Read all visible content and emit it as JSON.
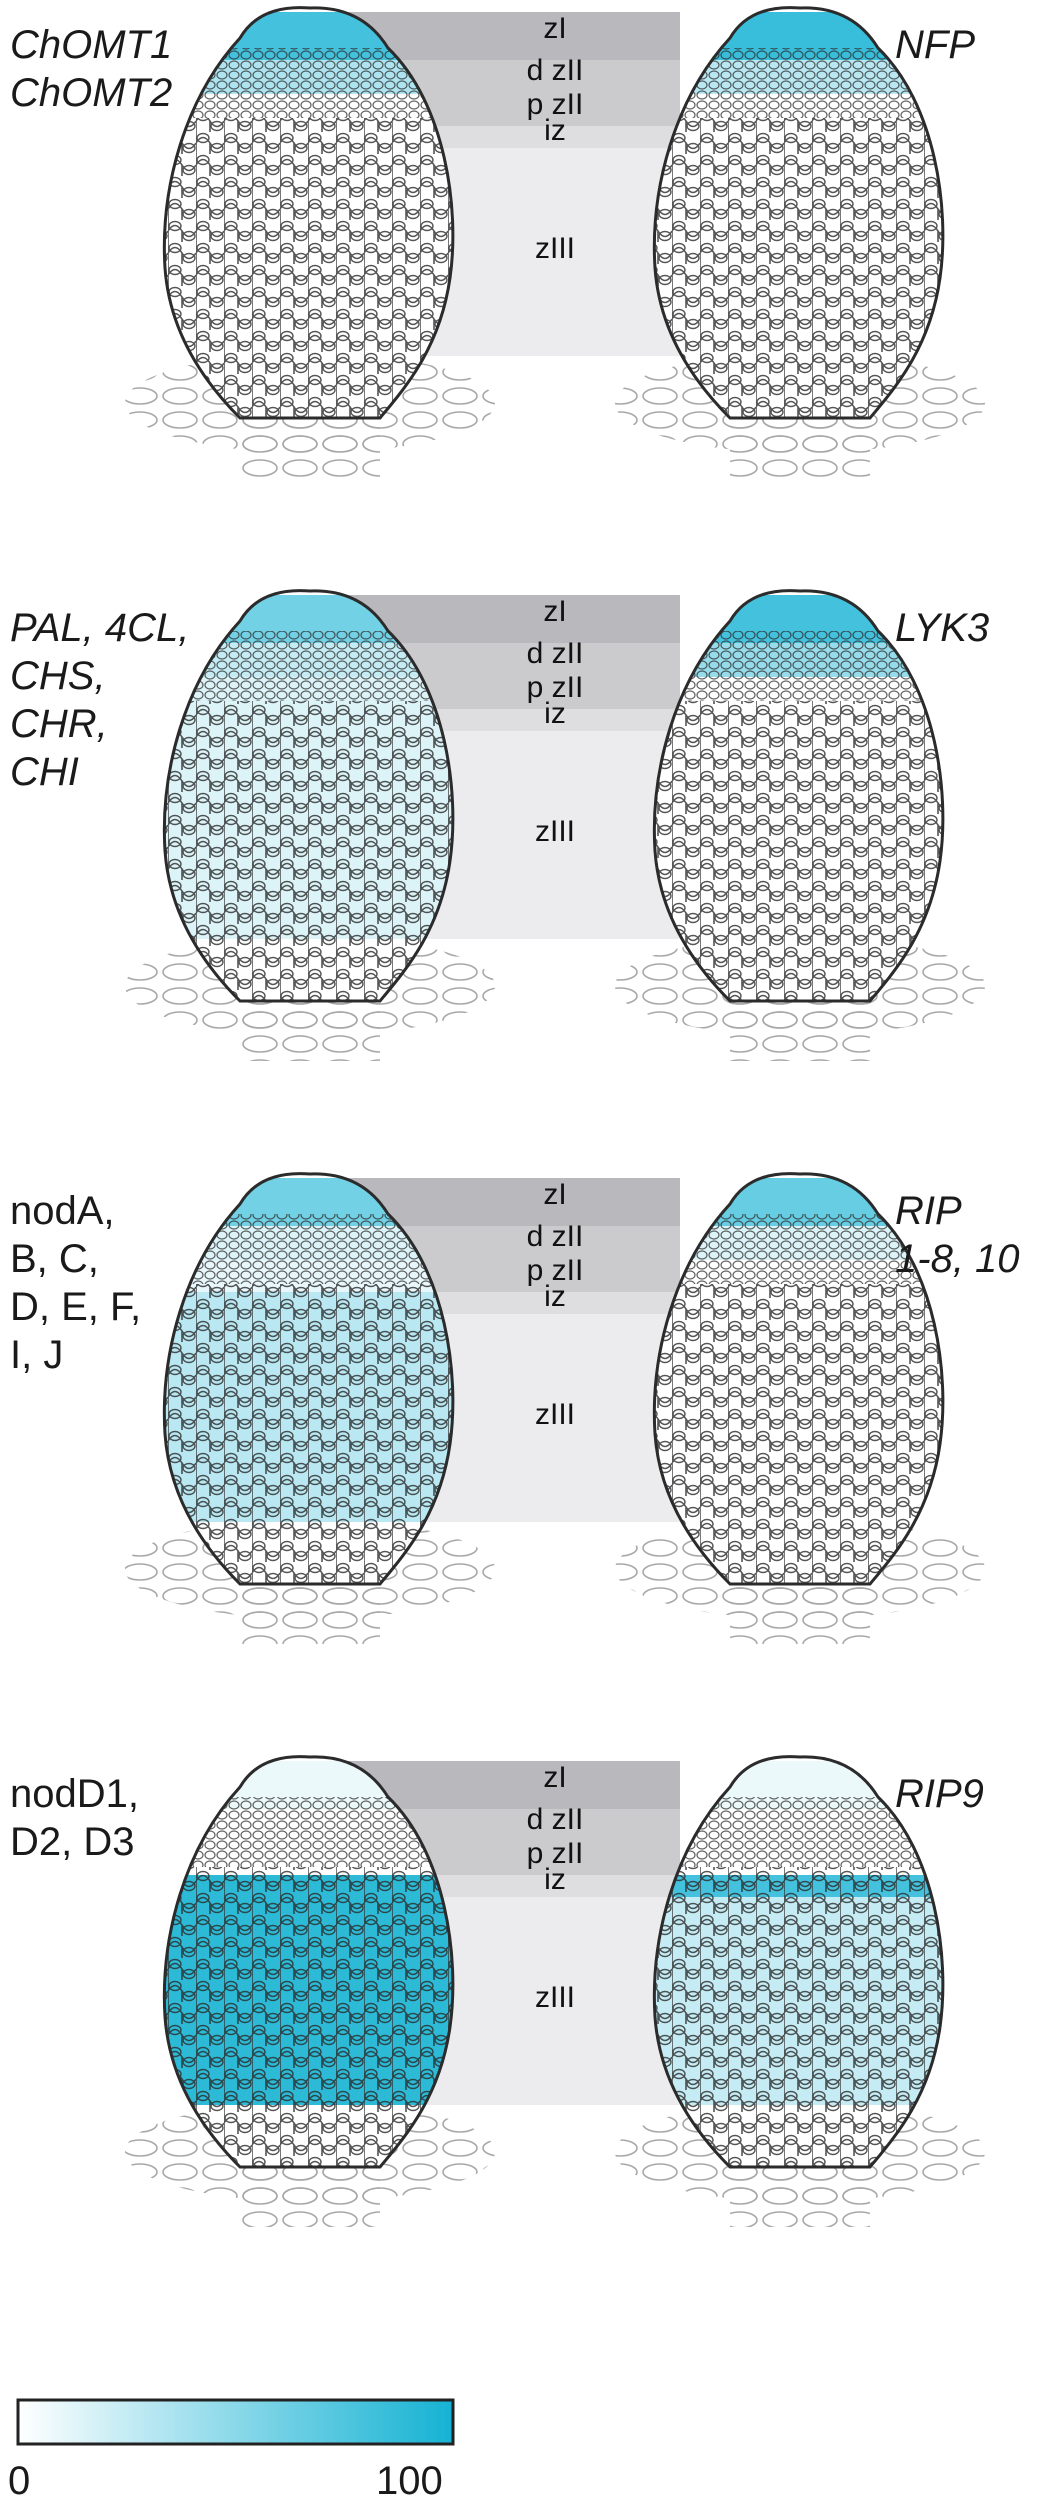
{
  "title": "",
  "colors": {
    "scale_low": "#ffffff",
    "scale_high": "#15b2d3",
    "zone_band_dark": "#b9b9bd",
    "zone_band_mid": "#cbcbce",
    "zone_band_light": "#dedee0",
    "zone_band_lightest": "#ececee",
    "cell_outline": "#2b2b2b",
    "root_outline": "#b0b0b0"
  },
  "zones": [
    "zI",
    "d zII",
    "p zII",
    "iz",
    "zIII"
  ],
  "panels": [
    {
      "left_label": [
        "ChOMT1",
        "ChOMT2"
      ],
      "left_italic": true,
      "right_label": [
        "NFP"
      ],
      "right_italic": true,
      "left_levels": {
        "zI": 80,
        "d zII": 35,
        "p zII": 0,
        "iz": 0,
        "zIII": 0
      },
      "right_levels": {
        "zI": 85,
        "d zII": 30,
        "p zII": 0,
        "iz": 0,
        "zIII": 0
      }
    },
    {
      "left_label": [
        "PAL, 4CL,",
        "CHS,",
        "CHR,",
        "CHI"
      ],
      "left_italic": true,
      "right_label": [
        "LYK3"
      ],
      "right_italic": true,
      "left_levels": {
        "zI": 60,
        "d zII": 25,
        "p zII": 15,
        "iz": 15,
        "zIII": 15
      },
      "right_levels": {
        "zI": 80,
        "d zII": 45,
        "p zII": 0,
        "iz": 0,
        "zIII": 0
      }
    },
    {
      "left_label": [
        "nodA,",
        "B, C,",
        "D, E, F,",
        "I, J"
      ],
      "left_italic": false,
      "right_label": [
        "RIP",
        "1-8, 10"
      ],
      "right_italic": true,
      "left_levels": {
        "zI": 60,
        "d zII": 15,
        "p zII": 10,
        "iz": 30,
        "zIII": 30
      },
      "right_levels": {
        "zI": 65,
        "d zII": 15,
        "p zII": 0,
        "iz": 0,
        "zIII": 0
      }
    },
    {
      "left_label": [
        "nodD1,",
        "D2, D3"
      ],
      "left_italic": false,
      "right_label": [
        "RIP9"
      ],
      "right_italic": true,
      "left_levels": {
        "zI": 8,
        "d zII": 0,
        "p zII": 0,
        "iz": 90,
        "zIII": 90
      },
      "right_levels": {
        "zI": 8,
        "d zII": 0,
        "p zII": 0,
        "iz": 80,
        "zIII": 25
      }
    }
  ],
  "scale": {
    "min": "0",
    "max": "100"
  }
}
